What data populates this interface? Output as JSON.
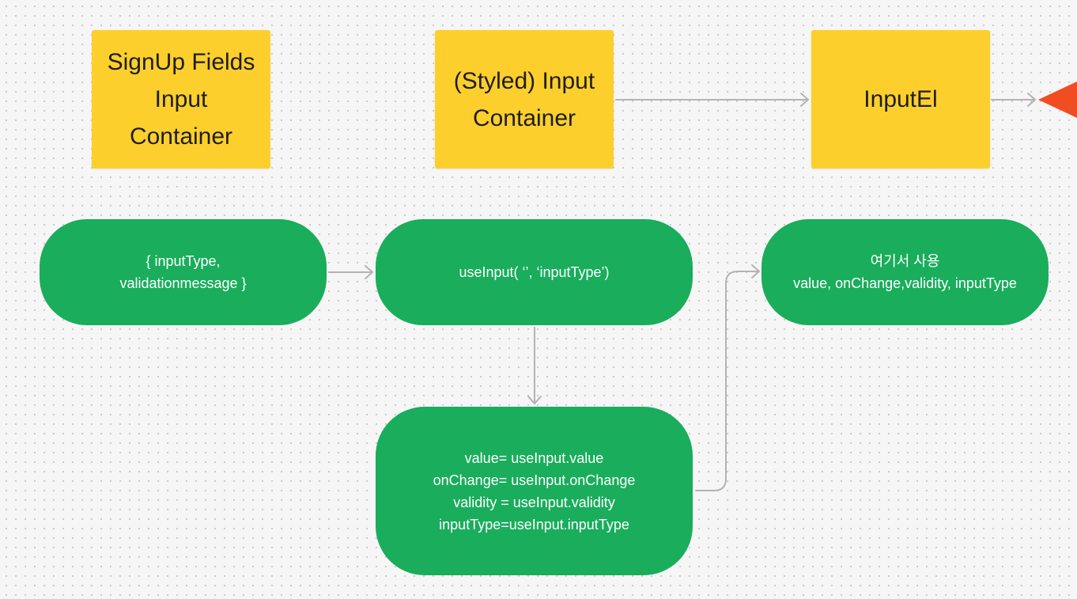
{
  "sticky_notes": {
    "signup_fields": "SignUp Fields\nInput\nContainer",
    "styled_input": "(Styled) Input\nContainer",
    "input_el": "InputEl"
  },
  "nodes": {
    "props": "{ inputType,\nvalidationmessage }",
    "use_input_call": "useInput( ‘’, ‘inputType’)",
    "assignments": "value= useInput.value\nonChange= useInput.onChange\nvalidity = useInput.validity\ninputType=useInput.inputType",
    "usage": "여기서 사용\nvalue, onChange,validity, inputType"
  },
  "colors": {
    "sticky_note": "#fdcf2c",
    "node_fill": "#19ad5c",
    "connector": "#b3b3b3",
    "marker": "#f04d23"
  }
}
